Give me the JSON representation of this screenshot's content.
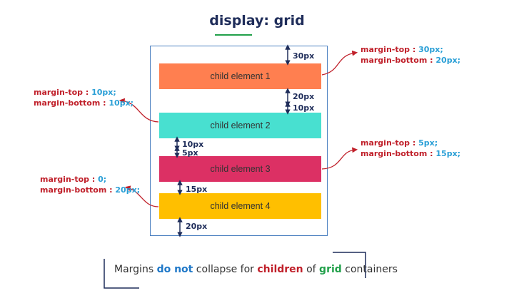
{
  "title": "display: grid",
  "colors": {
    "title": "#1f2d5a",
    "title_underline": "#21a04a",
    "container_border": "#4a7fc0",
    "key": "#c0202a",
    "value": "#2a9fd6",
    "arrow": "#1f2d5a",
    "callout": "#c0202a"
  },
  "children": [
    {
      "label": "child element 1",
      "color": "#ff7f50"
    },
    {
      "label": "child element 2",
      "color": "#48e0d0"
    },
    {
      "label": "child element 3",
      "color": "#dc3064"
    },
    {
      "label": "child element 4",
      "color": "#ffbf00"
    }
  ],
  "dimensions": {
    "d1": "30px",
    "d2a": "20px",
    "d2b": "10px",
    "d3a": "10px",
    "d3b": "5px",
    "d4": "15px",
    "d5": "20px"
  },
  "notes": {
    "n1": {
      "key1": "margin-top :",
      "val1": "30px;",
      "key2": "margin-bottom :",
      "val2": "20px;"
    },
    "n2": {
      "key1": "margin-top :",
      "val1": "10px;",
      "key2": "margin-bottom :",
      "val2": "10px;"
    },
    "n3": {
      "key1": "margin-top :",
      "val1": "5px;",
      "key2": "margin-bottom :",
      "val2": "15px;"
    },
    "n4": {
      "key1": "margin-top :",
      "val1": "0;",
      "key2": "margin-bottom :",
      "val2": "20px;"
    }
  },
  "caption": {
    "p1": "Margins ",
    "p2": "do not",
    "p3": " collapse for ",
    "p4": "children",
    "p5": " of ",
    "p6": "grid",
    "p7": " containers"
  }
}
